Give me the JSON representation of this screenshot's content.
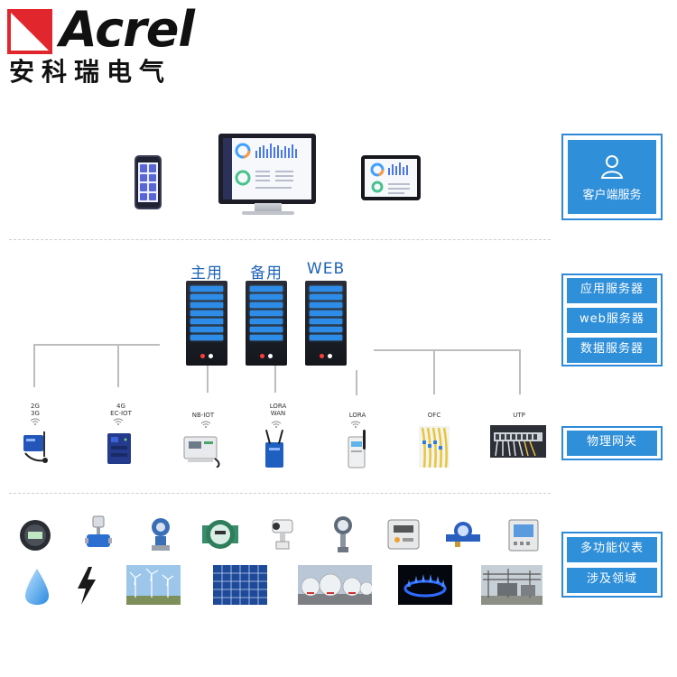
{
  "brand": {
    "name": "Acrel",
    "name_cn": "安科瑞电气",
    "color": "#e1262d"
  },
  "client": {
    "label": "客户端服务",
    "icon": "user-icon",
    "devices": [
      "phone",
      "desktop-monitor",
      "tablet"
    ]
  },
  "servers": {
    "labels": [
      "主用",
      "备用",
      "WEB"
    ],
    "buttons": [
      "应用服务器",
      "web服务器",
      "数据服务器"
    ]
  },
  "gateways": {
    "category": "物理网关",
    "items": [
      {
        "label": "2G\n3G",
        "device": "dtu-modem"
      },
      {
        "label": "4G\nEC-IOT",
        "device": "ec-iot-gateway"
      },
      {
        "label": "NB-IOT",
        "device": "nb-iot-meter"
      },
      {
        "label": "LORA\nWAN",
        "device": "lorawan-gateway"
      },
      {
        "label": "LORA",
        "device": "lora-module"
      },
      {
        "label": "OFC",
        "device": "optical-fiber"
      },
      {
        "label": "UTP",
        "device": "utp-switch"
      }
    ]
  },
  "meters": {
    "buttons": [
      "多功能仪表",
      "涉及领域"
    ],
    "items": [
      "round-meter",
      "flow-meter",
      "pressure-transmitter",
      "water-meter-dial",
      "camera",
      "gauge",
      "gas-meter",
      "water-meter",
      "power-meter"
    ],
    "scenes": [
      "water-drop",
      "lightning",
      "wind-turbines",
      "solar-panel",
      "gas-tanks",
      "gas-flame",
      "substation"
    ]
  },
  "colors": {
    "accent": "#2f8fd9",
    "server_label": "#1e63b8",
    "server_slot": "#2d8ce8"
  }
}
